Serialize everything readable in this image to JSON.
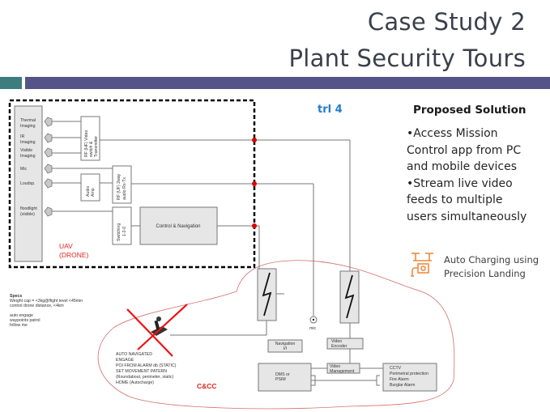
{
  "title": {
    "line1": "Case Study 2",
    "line2": "Plant Security Tours"
  },
  "colors": {
    "band_teal": "#3e7d7e",
    "band_purple": "#545488",
    "accent_red": "#e0261f",
    "trl_blue": "#1e7ccf",
    "charge_orange": "#f08a3c"
  },
  "trl_label": "trl 4",
  "proposed_solution": {
    "heading": "Proposed Solution",
    "bullets": [
      [
        "•Access Mission",
        "Control app from PC",
        "and mobile devices"
      ],
      [
        "•Stream live video",
        "feeds to multiple",
        "users simultaneously"
      ]
    ]
  },
  "auto_charging": {
    "icon": "drone-charging-icon",
    "line1": "Auto Charging using",
    "line2": "Precision Landing"
  },
  "diagram": {
    "uav_label_1": "UAV",
    "uav_label_2": "(DRONE)",
    "sensors": [
      {
        "line1": "Thermal",
        "line2": "Imaging"
      },
      {
        "line1": "IR",
        "line2": "Imaging"
      },
      {
        "line1": "Visible",
        "line2": "Imaging"
      },
      {
        "line1": "Mic",
        "line2": ""
      },
      {
        "line1": "Loudsp.",
        "line2": ""
      },
      {
        "line1": "floodlight",
        "line2": "(visible)"
      }
    ],
    "rf_video": [
      "RF (HF) Video",
      "switch &",
      "Transmitter"
    ],
    "audio_amp": [
      "Audio",
      "Amp"
    ],
    "rf_audio": [
      "RF (UF) 2way",
      "audio Rx-Tx"
    ],
    "switching": [
      "Switching",
      "1-2-0"
    ],
    "control_nav": "Control & Navigation",
    "specs": {
      "heading": "Specs",
      "line1": "Weight cap = <3kg@flight level <45min",
      "line2": "control drone distance, <4km",
      "line3": "auto engage",
      "line4": "waypoints patrol",
      "line5": "follow me"
    },
    "mic_label": "mic",
    "navigation_box": [
      "Navigation",
      "I/I"
    ],
    "video_encoder": [
      "Video",
      "Encoder"
    ],
    "video_management": [
      "Video",
      "Management"
    ],
    "dms": [
      "DMS or",
      "PSIM"
    ],
    "cctv": [
      "CCTV",
      "Perimetral protection",
      "Fire Alarm",
      "Burglar Alarm"
    ],
    "ground_notes": [
      "AUTO NAVIGATED",
      "ENGAGE",
      "POI FROM ALARM db (STATIC)",
      "SET MOVEMENT PATERN",
      "(Roundabout, perimeter, static)",
      "HOME (Autocharge)"
    ],
    "ccc_label": "C&CC"
  }
}
